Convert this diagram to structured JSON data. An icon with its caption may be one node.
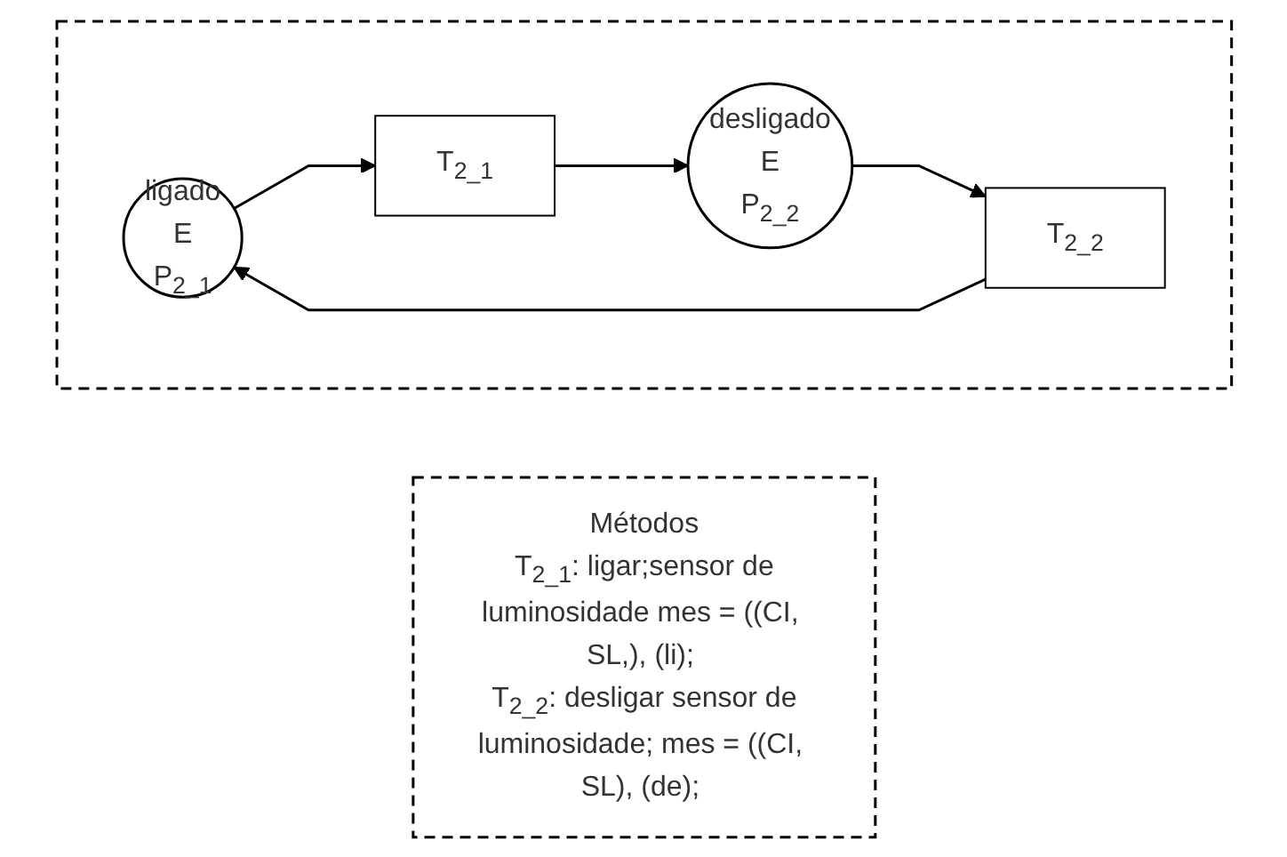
{
  "diagram": {
    "nodes": [
      {
        "text": [],
        "shape": "box"
      },
      {
        "text": [
          "ligado",
          "E",
          "P$_{2_1}$"
        ],
        "in": 0
      },
      {
        "text": [
          "T$_{2_1}$"
        ],
        "in": 0
      },
      {
        "text": [
          "desligado",
          "E",
          "P$_{2_2}$"
        ],
        "in": 0
      },
      {
        "text": [
          "T$_{2_2}$"
        ],
        "in": 0
      },
      {
        "text": [
          "Métodos",
          "T$_{2_1}$: ligar;sensor de luminosidade mes = ((CI, SL,), (li);",
          "T$_{2_2}$: desligar sensor de luminosidade; mes = ((CI, SL), (de);"
        ]
      }
    ],
    "edges": [
      {
        "from": 1,
        "to": 2,
        "arrow": "to"
      },
      {
        "from": 2,
        "to": 3,
        "arrow": "to"
      },
      {
        "from": 3,
        "to": 4,
        "arrow": "to"
      },
      {
        "from": 4,
        "to": 1,
        "arrow": "to"
      }
    ]
  }
}
